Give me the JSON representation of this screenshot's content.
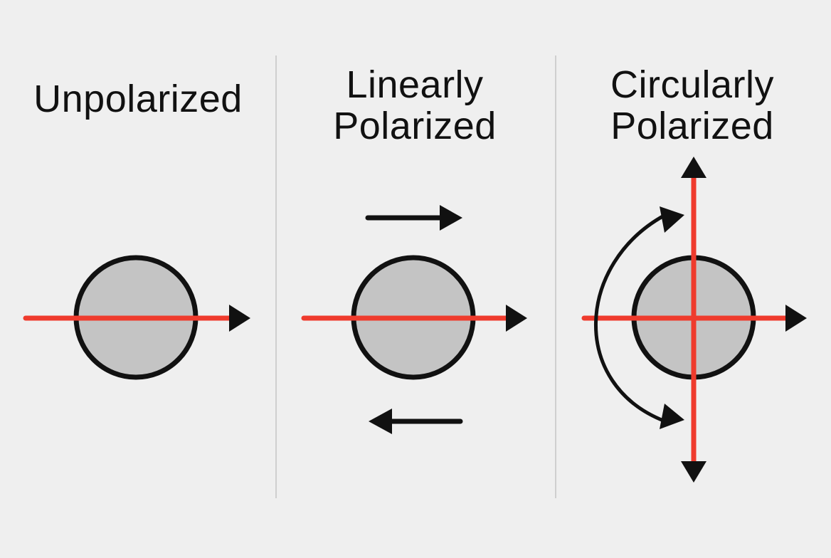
{
  "panels": [
    {
      "id": "unpolarized",
      "title_lines": [
        "Unpolarized"
      ]
    },
    {
      "id": "linear",
      "title_lines": [
        "Linearly",
        "Polarized"
      ]
    },
    {
      "id": "circular",
      "title_lines": [
        "Circularly",
        "Polarized"
      ]
    }
  ],
  "colors": {
    "background": "#efefef",
    "text": "#111111",
    "axis_red": "#ef3b2d",
    "circle_fill": "#c4c4c4",
    "stroke": "#111111",
    "divider": "#cfcfcf"
  }
}
